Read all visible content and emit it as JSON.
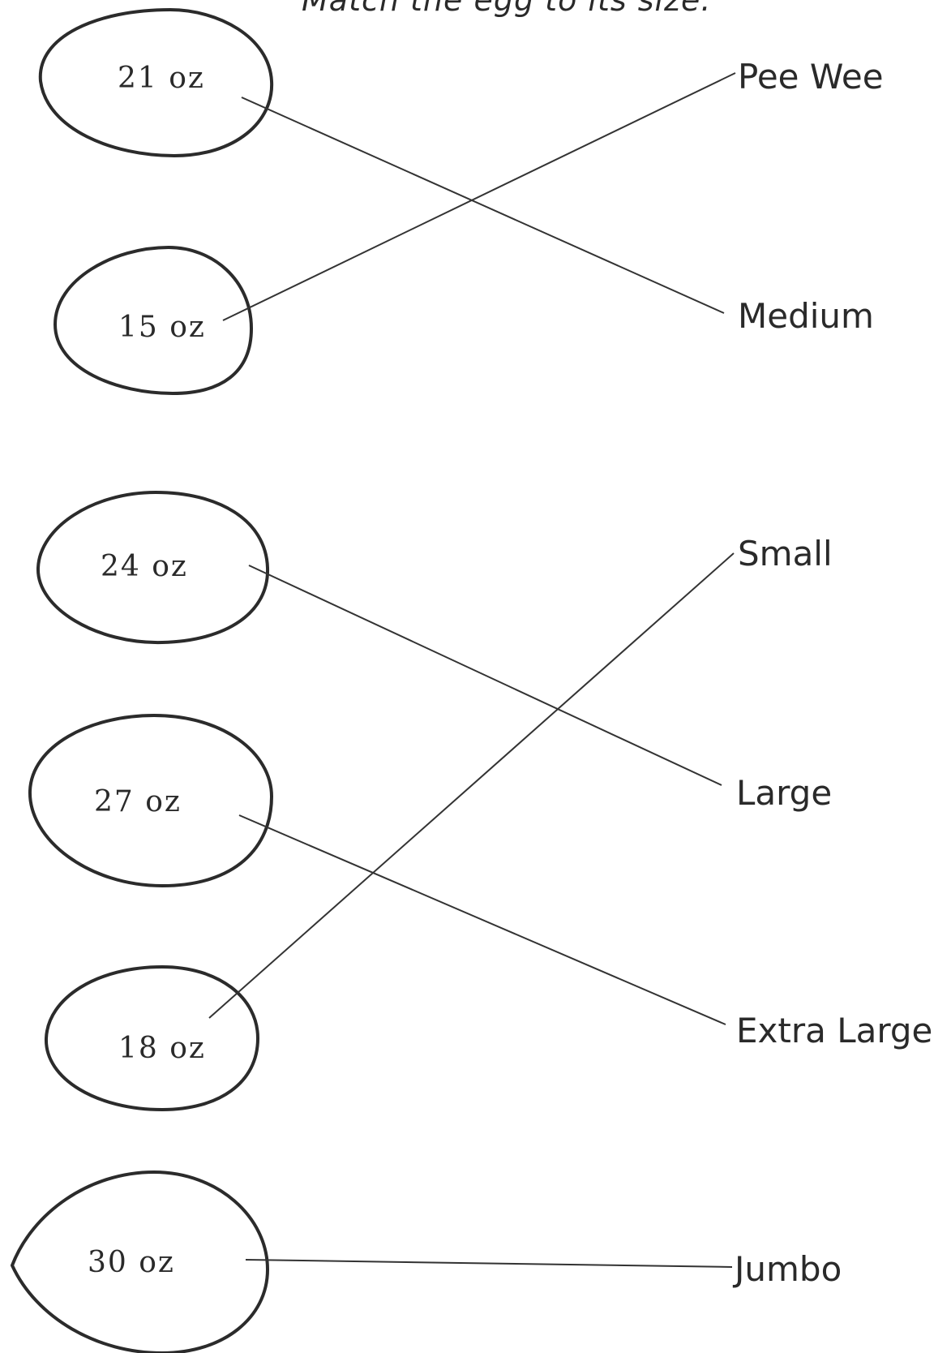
{
  "worksheet": {
    "title": "Match the egg to its size.",
    "eggs": [
      {
        "label": "21 oz"
      },
      {
        "label": "15 oz"
      },
      {
        "label": "24 oz"
      },
      {
        "label": "27 oz"
      },
      {
        "label": "18 oz"
      },
      {
        "label": "30 oz"
      }
    ],
    "sizes": [
      {
        "label": "Pee Wee"
      },
      {
        "label": "Medium"
      },
      {
        "label": "Small"
      },
      {
        "label": "Large"
      },
      {
        "label": "Extra Large"
      },
      {
        "label": "Jumbo"
      }
    ],
    "matches": [
      {
        "egg": "21 oz",
        "size": "Medium"
      },
      {
        "egg": "15 oz",
        "size": "Pee Wee"
      },
      {
        "egg": "24 oz",
        "size": "Large"
      },
      {
        "egg": "27 oz",
        "size": "Extra Large"
      },
      {
        "egg": "18 oz",
        "size": "Small"
      },
      {
        "egg": "30 oz",
        "size": "Jumbo"
      }
    ]
  }
}
